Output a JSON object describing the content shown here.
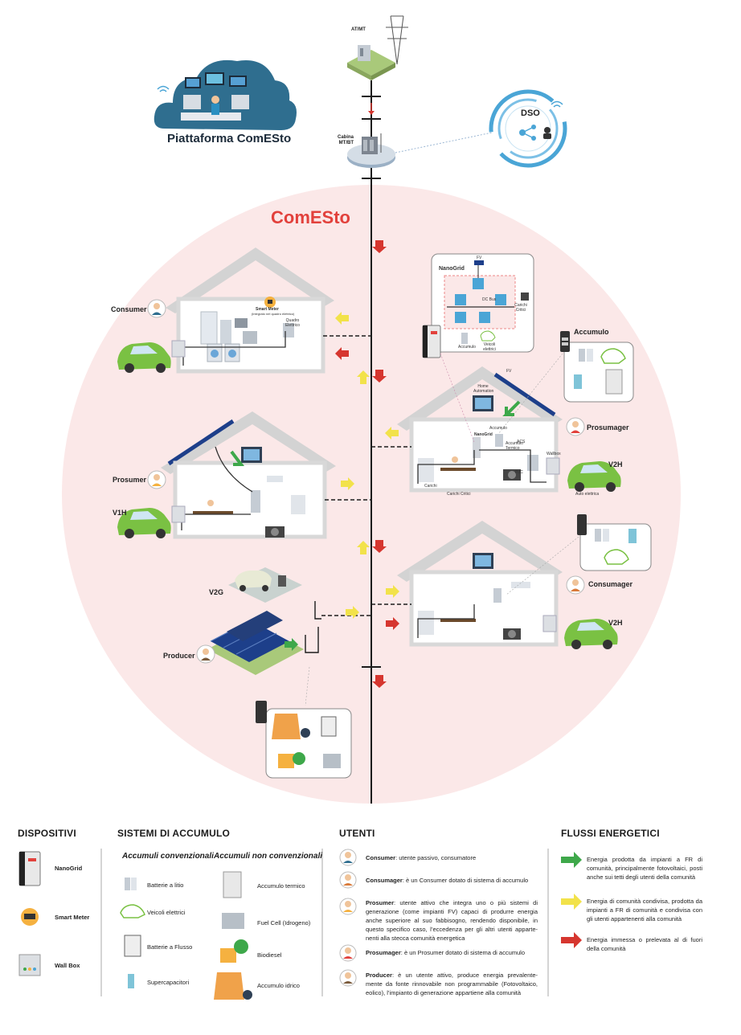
{
  "top": {
    "at_mt": "AT/MT",
    "cabina": "Cabina MT/BT",
    "dso": "DSO",
    "platform": "Piattaforma ComESto"
  },
  "community_title": "ComESto",
  "users_labels": {
    "consumer": "Consumer",
    "prosumer": "Prosumer",
    "prosumager": "Prosumager",
    "consumager": "Consumager",
    "producer": "Producer",
    "v1h": "V1H",
    "v2h_1": "V2H",
    "v2h_2": "V2H",
    "v2g": "V2G"
  },
  "small_labels": {
    "smart_meter": "Smart Meter",
    "smart_meter_sub": "(integrato nel quadro elettrico)",
    "quadro": "Quadro Elettrico",
    "home_automation": "Home Automation",
    "nanogrid": "NanoGrid",
    "accumulo": "Accumulo",
    "acs": "ACS",
    "carichi": "Carichi",
    "carichi_critici": "Carichi Critici",
    "wallbox": "Wallbox",
    "auto_elettrica": "Auto elettrica",
    "fv": "FV",
    "pdc": "PdC",
    "accumulo_termico": "Accumulo Termico"
  },
  "nanogrid_box": {
    "title": "NanoGrid",
    "fv": "FV",
    "dc_bus": "DC Bus",
    "carichi_critici": "Carichi Critici",
    "accumulo": "Accumulo",
    "veicoli_elettrici": "Veicoli elettrici"
  },
  "accumulo_box_title": "Accumulo",
  "colors": {
    "circle_fill": "#fbe8e8",
    "community_title": "#e2413c",
    "arrow_red": "#d6362f",
    "arrow_yellow": "#f2e24a",
    "arrow_green": "#3ea84a",
    "house_stroke": "#cfcfcf",
    "car_green": "#7ac143",
    "cloud": "#2f6e8f",
    "dso": "#4aa5d6"
  },
  "legend": {
    "dispositivi": {
      "heading": "DISPOSITIVI",
      "items": [
        "NanoGrid",
        "Smart Meter",
        "Wall Box"
      ]
    },
    "sistemi": {
      "heading": "SISTEMI DI ACCUMULO",
      "conv_heading": "Accumuli convenzionali",
      "nonconv_heading": "Accumuli non convenzionali",
      "conv_items": [
        "Batterie a litio",
        "Veicoli elettrici",
        "Batterie a Flusso",
        "Supercapacitori"
      ],
      "nonconv_items": [
        "Accumulo termico",
        "Fuel Cell (Idrogeno)",
        "Biodiesel",
        "Accumulo idrico"
      ]
    },
    "utenti": {
      "heading": "UTENTI",
      "items": [
        {
          "name": "Consumer",
          "desc": ": utente passivo, consumatore"
        },
        {
          "name": "Consumager",
          "desc": ": è un Consumer dotato di sistema di accumulo"
        },
        {
          "name": "Prosumer",
          "desc": ": utente attivo che integra uno o più sistemi di generazione (come impianti FV) capaci di produrre energia anche superiore al suo fabbisogno, rendendo disponibile, in questo specifico caso, l’eccedenza per gli altri utenti apparte- nenti alla stecca comunità energetica"
        },
        {
          "name": "Prosumager",
          "desc": ": è un Prosumer dotato di sistema di accumulo"
        },
        {
          "name": "Producer",
          "desc": ": è un utente attivo, produce energia prevalente- mente da fonte rinnovabile non programmabile (Fotovoltaico, eolico), l’impianto di generazione appartiene alla comunità"
        }
      ]
    },
    "flussi": {
      "heading": "FLUSSI ENERGETICI",
      "items": [
        "Energia prodotta da impianti a FR di comunità, principalmente fotovoltaici, posti anche sui tetti degli utenti della comunità",
        "Energia di comunità condivisa, prodotta da impianti a FR di comunità e condivisa con gli utenti appartenenti alla comunità",
        "Energia immessa o prelevata al di fuori della comunità"
      ]
    }
  }
}
